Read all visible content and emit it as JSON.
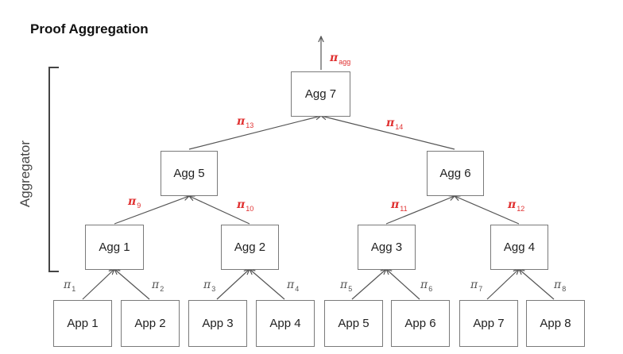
{
  "title": "Proof Aggregation",
  "side_label": "Aggregator",
  "colors": {
    "proof_red": "#e03131",
    "line": "#555555",
    "box_border": "#7a7a7a"
  },
  "nodes": {
    "agg7": "Agg 7",
    "agg5": "Agg 5",
    "agg6": "Agg 6",
    "agg1": "Agg 1",
    "agg2": "Agg 2",
    "agg3": "Agg 3",
    "agg4": "Agg 4",
    "app1": "App 1",
    "app2": "App 2",
    "app3": "App 3",
    "app4": "App 4",
    "app5": "App 5",
    "app6": "App 6",
    "app7": "App 7",
    "app8": "App 8"
  },
  "proofs": {
    "symbol": "π",
    "agg": "agg",
    "p1": "1",
    "p2": "2",
    "p3": "3",
    "p4": "4",
    "p5": "5",
    "p6": "6",
    "p7": "7",
    "p8": "8",
    "p9": "9",
    "p10": "10",
    "p11": "11",
    "p12": "12",
    "p13": "13",
    "p14": "14"
  }
}
